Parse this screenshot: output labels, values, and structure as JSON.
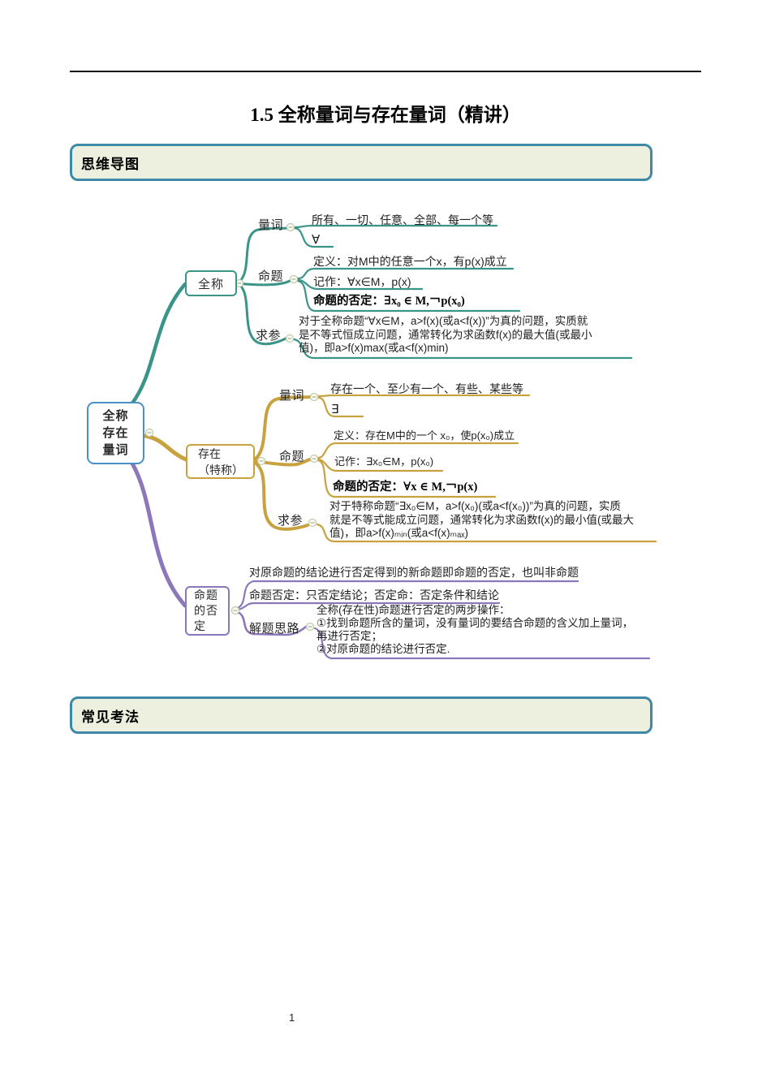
{
  "page": {
    "title": "1.5 全称量词与存在量词（精讲）",
    "page_number": "1",
    "section_mindmap": "思维导图",
    "section_exam": "常见考法"
  },
  "colors": {
    "universal_branch": "#3a9488",
    "existential_branch": "#c7a23f",
    "negation_branch": "#8d77bb",
    "root_border": "#4a90c4",
    "section_border": "#3e89a8",
    "section_bg": "#eef0df"
  },
  "icons": {
    "collapse": "minus-circle"
  },
  "mindmap": {
    "root": "全称\n存在\n量词",
    "universal": {
      "node": "全称",
      "quantifier_label": "量词",
      "quantifier_words": "所有、一切、任意、全部、每一个等",
      "quantifier_symbol": "∀",
      "proposition_label": "命题",
      "definition": "定义：对M中的任意一个x，有p(x)成立",
      "notation": "记作：∀x∈M，p(x)",
      "negation": "命题的否定：∃x₀ ∈ M,￢p(x₀)",
      "param_label": "求参",
      "param_text": "对于全称命题“∀x∈M，a>f(x)(或a<f(x))”为真的问题，实质就\n是不等式恒成立问题，通常转化为求函数f(x)的最大值(或最小\n值)，即a>f(x)max(或a<f(x)min)"
    },
    "existential": {
      "node": "存在\n（特称）",
      "quantifier_label": "量词",
      "quantifier_words": "存在一个、至少有一个、有些、某些等",
      "quantifier_symbol": "∃",
      "proposition_label": "命题",
      "definition": "定义：存在M中的一个 x₀，使p(x₀)成立",
      "notation": "记作：∃x₀∈M，p(x₀)",
      "negation": "命题的否定：∀x ∈ M,￢p(x)",
      "param_label": "求参",
      "param_text": "对于特称命题“∃x₀∈M，a>f(x₀)(或a<f(x₀))”为真的问题，实质\n就是不等式能成立问题，通常转化为求函数f(x)的最小值(或最大\n值)，即a>f(x)ₘᵢₙ(或a<f(x)ₘₐₓ)"
    },
    "negation": {
      "node": "命题\n的否\n定",
      "line1": "对原命题的结论进行否定得到的新命题即命题的否定，也叫非命题",
      "line2": "命题否定：只否定结论；否定命：否定条件和结论",
      "approach_label": "解题思路",
      "approach_text": "全称(存在性)命题进行否定的两步操作：\n①找到命题所含的量词，没有量词的要结合命题的含义加上量词，\n再进行否定；\n②对原命题的结论进行否定."
    }
  }
}
